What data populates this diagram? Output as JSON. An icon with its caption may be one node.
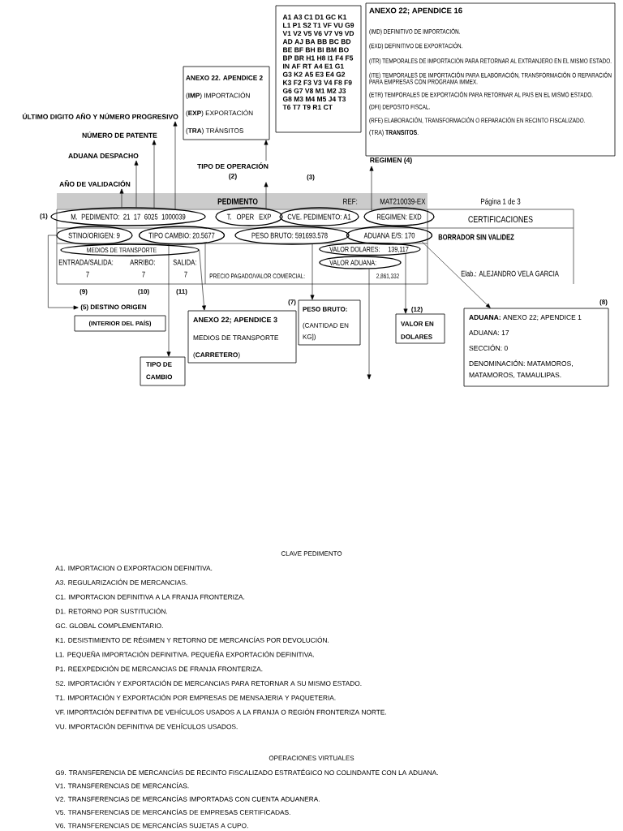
{
  "diagram": {
    "nodes": [
      {
        "text": [
          "ANEXO 22. APENDICE 2",
          "(**IMP**) IMPORTACIÓN",
          "(**EXP**) EXPORTACIÓN",
          "(**TRA**) TRÁNSITOS"
        ]
      },
      {
        "text": [
          "A1 A3 C1 D1 GC K1 L1 P1 S2 T1 VF VU G9 V1 V2 V5 V6 V7 V9 VD AD AJ BA BB BC BD BE BF BH BI BM BO BP BR H1 H8 I1 F4 F5 IN AF RT A4 E1 G1 G3 K2 A5 E3 E4 G2 K3 F2 F3 V3 V4 F8 F9 G6 G7 V8 M1 M2 J3 G8 M3 M4 M5 J4 T3 T6 T7 T9 R1 CT"
        ]
      },
      {
        "text": [
          "ANEXO 22; APENDICE 16",
          "(IMD) DEFINITIVO DE IMPORTACIÓN.",
          "(EXD) DEFINITIVO DE EXPORTACIÓN.",
          "(ITR) TEMPORALES DE IMPORTACIÓN PARA RETORNAR AL EXTRANJERO EN EL MISMO ESTADO.",
          "(ITE) TEMPORALES DE IMPORTACIÓN PARA ELABORACIÓN, TRANSFORMACIÓN O REPARACIÓN PARA EMPRESAS CON PROGRAMA IMMEX.",
          "(ETR) TEMPORALES DE EXPORTACIÓN PARA RETORNAR AL PAIS EN EL MISMO ESTADO.",
          "(DFI) DEPOSITO FISCAL.",
          "(RFE) ELABORACIÓN, TRANSFORMACIÓN O REPARACIÓN EN RECINTO FISCALIZADO.",
          "(TRA) **TRANSITOS**."
        ]
      },
      {
        "text": [
          "ÚLTIMO DIGITO AÑO Y NÚMERO PROGRESIVO"
        ]
      },
      {
        "text": [
          "NÚMERO DE PATENTE"
        ]
      },
      {
        "text": [
          "ADUANA DESPACHO"
        ]
      },
      {
        "text": [
          "TIPO DE OPERACIÓN",
          "(2)"
        ]
      },
      {
        "text": [
          "AÑO DE VALIDACIÓN"
        ]
      },
      {
        "text": [
          "REGIMEN (4)"
        ]
      },
      {
        "text": [
          "M. PEDIMENTO: 21 17 6025 1000039"
        ],
        "beside": [
          "(1)"
        ]
      },
      {
        "text": [
          "T. OPER EXP"
        ]
      },
      {
        "text": [
          "CVE. PEDIMENTO: A1"
        ]
      },
      {
        "text": [
          "REGIMEN: EXD"
        ]
      },
      {
        "text": [
          "STINO/ORIGEN: 9"
        ]
      },
      {
        "text": [
          "TIPO CAMBIO: 20.5677"
        ]
      },
      {
        "text": [
          "PESO BRUTO: 591693.578"
        ]
      },
      {
        "text": [
          "ADUANA E/S: 170"
        ]
      },
      {
        "text": [
          "MEDIOS DE TRANSPORTE"
        ]
      },
      {
        "text": [
          "VALOR DOLARES:",
          "139,117"
        ]
      },
      {
        "text": [
          "VALOR ADUANA:"
        ]
      },
      {
        "text": [
          "(5) DESTINO ORIGEN"
        ]
      },
      {
        "text": [
          "(INTERIOR DEL PAÍS)"
        ]
      },
      {
        "text": [
          "ANEXO 22; APENDICE 3",
          "MEDIOS DE TRANSPORTE",
          "(**CARRETERO**)"
        ]
      },
      {
        "text": [
          "TIPO DE CAMBIO"
        ]
      },
      {
        "text": [
          "PESO BRUTO:",
          "(CANTIDAD EN KG])"
        ],
        "beside": [
          "(7)"
        ]
      },
      {
        "text": [
          "VALOR EN DOLARES"
        ],
        "beside": [
          "(12)"
        ]
      },
      {
        "text": [
          "**ADUANA:** ANEXO 22; APENDICE 1",
          "ADUANA: 17",
          "SECCIÓN: 0",
          "DENOMINACIÓN: MATAMOROS, MATAMOROS, TAMAULIPAS."
        ],
        "beside": [
          "(8)"
        ]
      }
    ],
    "edges": [
      {
        "from": 9,
        "to": 7,
        "arrow": "to"
      },
      {
        "from": 9,
        "to": 5,
        "arrow": "to"
      },
      {
        "from": 9,
        "to": 4,
        "arrow": "to"
      },
      {
        "from": 9,
        "to": 3,
        "arrow": "to"
      },
      {
        "from": 10,
        "to": 6,
        "arrow": "to"
      },
      {
        "from": 6,
        "to": 0,
        "arrow": "to"
      },
      {
        "from": 12,
        "to": 8,
        "arrow": "to"
      },
      {
        "from": 13,
        "to": 20,
        "arrow": "to"
      },
      {
        "from": 14,
        "to": 23,
        "arrow": "to"
      },
      {
        "from": 17,
        "to": 22,
        "arrow": "to"
      },
      {
        "from": 15,
        "to": 24,
        "arrow": "to"
      },
      {
        "from": 19,
        "to": null,
        "arrow": "to"
      },
      {
        "from": 18,
        "to": 25,
        "arrow": "to"
      },
      {
        "from": 16,
        "to": 26,
        "arrow": "to"
      }
    ],
    "labels": [
      "(3)",
      "PEDIMENTO",
      "REF:",
      "MAT210039-EX",
      "Página 1 de 3",
      "CERTIFICACIONES",
      "BORRADOR SIN VALIDEZ",
      "ENTRADA/SALIDA:",
      "ARRIBO:",
      "SALIDA:",
      "7",
      "7",
      "7",
      "PRECIO PAGADO/VALOR COMERCIAL:",
      "2,861,332",
      "Elab.: ALEJANDRO VELA GARCIA",
      "(9)",
      "(10)",
      "(11)",
      "CLAVE PEDIMENTO",
      "A1. IMPORTACION O EXPORTACION DEFINITIVA.",
      "A3. REGULARIZACIÓN DE MERCANCIAS.",
      "C1. IMPORTACION DEFINITIVA A LA FRANJA FRONTERIZA.",
      "D1. RETORNO POR SUSTITUCIÓN.",
      "GC. GLOBAL COMPLEMENTARIO.",
      "K1. DESISTIMIENTO DE RÉGIMEN Y RETORNO DE MERCANCÍAS POR DEVOLUCIÓN.",
      "L1. PEQUEÑA IMPORTACIÓN DEFINITIVA. PEQUEÑA EXPORTACIÓN DEFINITIVA.",
      "P1. REEXPEDICIÓN DE MERCANCIAS DE FRANJA FRONTERIZA.",
      "S2. IMPORTACIÓN Y EXPORTACIÓN DE MERCANCIAS PARA RETORNAR A SU MISMO ESTADO.",
      "T1. IMPORTACIÓN Y EXPORTACIÓN POR EMPRESAS DE MENSAJERIA Y PAQUETERIA.",
      "VF. IMPORTACIÓN DEFINITIVA DE VEHÍCULOS USADOS A LA FRANJA O REGIÓN FRONTERIZA NORTE.",
      "VU. IMPORTACIÓN DEFINITIVA DE VEHÍCULOS USADOS.",
      "OPERACIONES VIRTUALES",
      "G9. TRANSFERENCIA DE MERCANCÍAS DE RECINTO FISCALIZADO ESTRATÉGICO NO COLINDANTE CON LA ADUANA.",
      "V1. TRANSFERENCIAS DE MERCANCÍAS.",
      "V2. TRANSFERENCIAS DE MERCANCÍAS IMPORTADAS CON CUENTA ADUANERA.",
      "V5. TRANSFERENCIAS DE MERCANCÍAS DE EMPRESAS CERTIFICADAS.",
      "V6. TRANSFERENCIAS DE MERCANCÍAS SUJETAS A CUPO."
    ]
  }
}
